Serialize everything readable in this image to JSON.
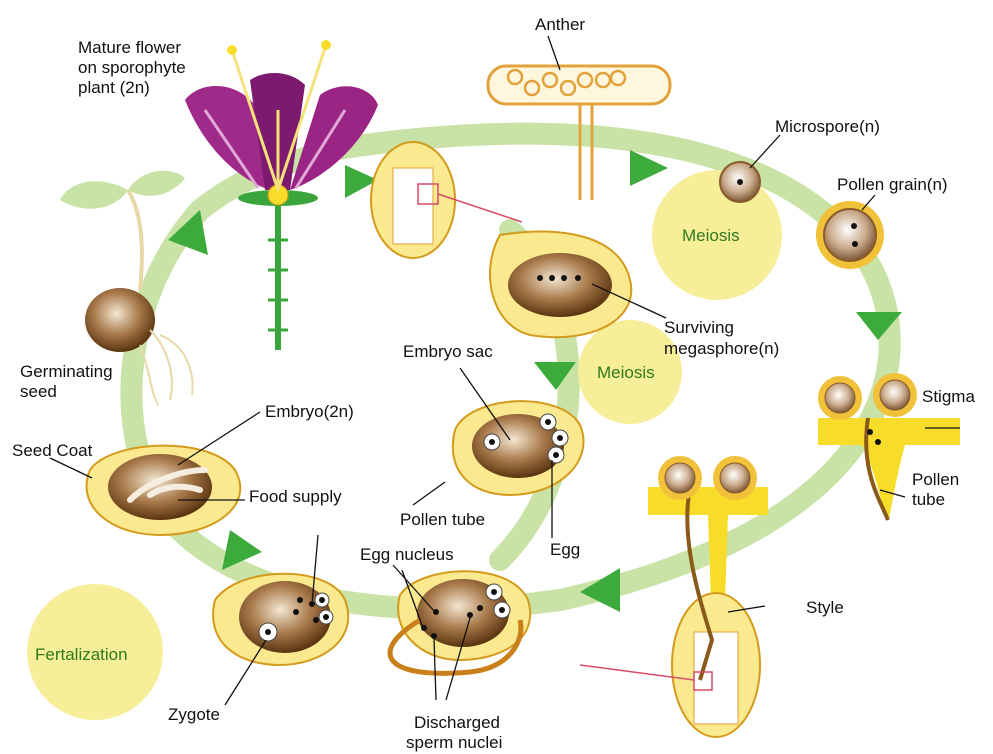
{
  "colors": {
    "cycle_arrow": "#c9e3a6",
    "arrowhead": "#3cab3c",
    "ovule_fill": "#fbe98f",
    "ovule_stroke": "#d49a1c",
    "phase_circle": "#f7ee99",
    "brown": "#7a4a1a",
    "petal": "#8a1a78",
    "style_yellow": "#f7dc2a"
  },
  "labels": {
    "mature_flower": [
      "Mature flower",
      "on sporophyte",
      "plant (2n)"
    ],
    "anther": "Anther",
    "microspore": "Microspore(n)",
    "pollen_grain": "Pollen grain(n)",
    "surviving_megaspore": [
      "Surviving",
      "megasphore(n)"
    ],
    "embryo_sac": "Embryo sac",
    "germinating_seed": [
      "Germinating",
      "seed"
    ],
    "embryo": "Embryo(2n)",
    "seed_coat": "Seed Coat",
    "food_supply": "Food supply",
    "pollen_tube_mid": "Pollen tube",
    "egg": "Egg",
    "egg_nucleus": "Egg nucleus",
    "stigma": "Stigma",
    "pollen_tube_right": [
      "Pollen",
      "tube"
    ],
    "style": "Style",
    "zygote": "Zygote",
    "discharged_sperm": [
      "Discharged",
      "sperm nuclei"
    ]
  },
  "phases": {
    "meiosis_top": "Meiosis",
    "meiosis_mid": "Meiosis",
    "fertilization": "Fertalization"
  }
}
